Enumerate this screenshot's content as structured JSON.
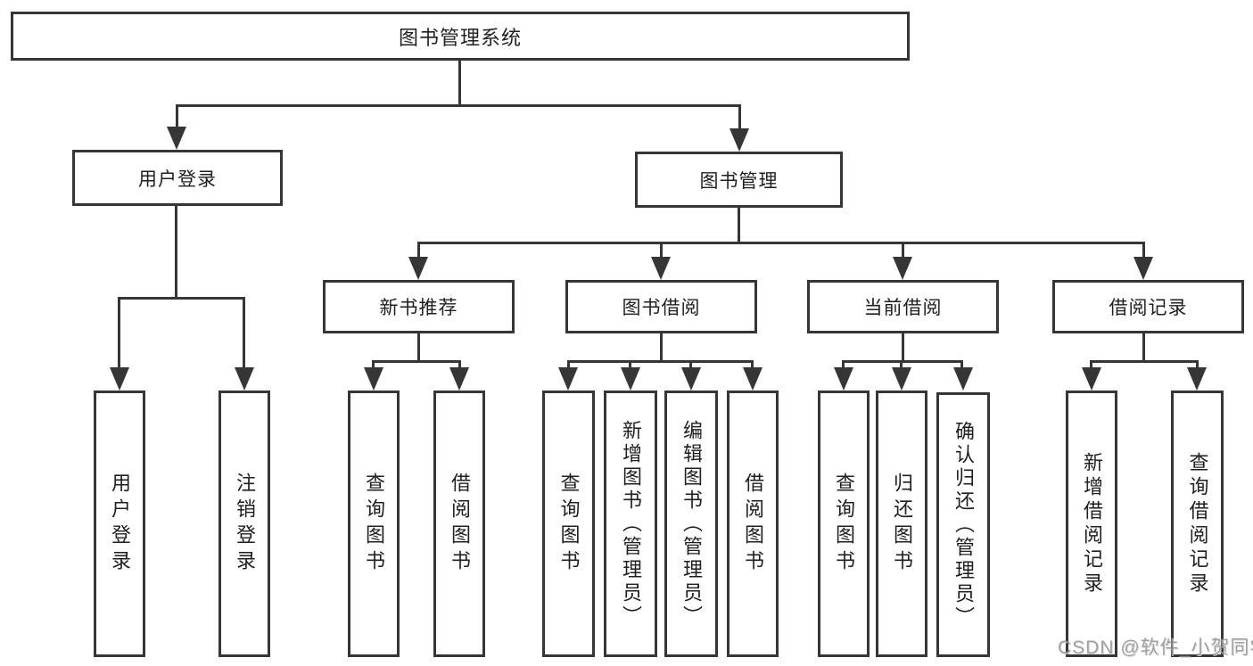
{
  "diagram": {
    "root": {
      "label": "图书管理系统"
    },
    "level2": [
      {
        "id": "user-login-group",
        "label": "用户登录"
      },
      {
        "id": "book-management",
        "label": "图书管理"
      }
    ],
    "level3": [
      {
        "id": "new-book-recommend",
        "label": "新书推荐"
      },
      {
        "id": "book-borrowing",
        "label": "图书借阅"
      },
      {
        "id": "current-borrowing",
        "label": "当前借阅"
      },
      {
        "id": "borrowing-records",
        "label": "借阅记录"
      }
    ],
    "leaves": [
      {
        "id": "user-login",
        "label": "用户登录"
      },
      {
        "id": "logout",
        "label": "注销登录"
      },
      {
        "id": "recommend-query-books",
        "label": "查询图书"
      },
      {
        "id": "recommend-borrow-books",
        "label": "借阅图书"
      },
      {
        "id": "borrowing-query-books",
        "label": "查询图书"
      },
      {
        "id": "borrowing-add-books-admin",
        "label": "新增图书（管理员）"
      },
      {
        "id": "borrowing-edit-books-admin",
        "label": "编辑图书（管理员）"
      },
      {
        "id": "borrowing-borrow-books",
        "label": "借阅图书"
      },
      {
        "id": "current-query-books",
        "label": "查询图书"
      },
      {
        "id": "current-return-books",
        "label": "归还图书"
      },
      {
        "id": "current-confirm-return-admin",
        "label": "确认归还（管理员）"
      },
      {
        "id": "records-add-record",
        "label": "新增借阅记录"
      },
      {
        "id": "records-query-record",
        "label": "查询借阅记录"
      }
    ]
  },
  "watermark": {
    "text": "CSDN @软件_小贺同学"
  },
  "colors": {
    "line": "#363636",
    "text": "#1f1f1f",
    "background": "#ffffff",
    "watermark": "#909090"
  }
}
